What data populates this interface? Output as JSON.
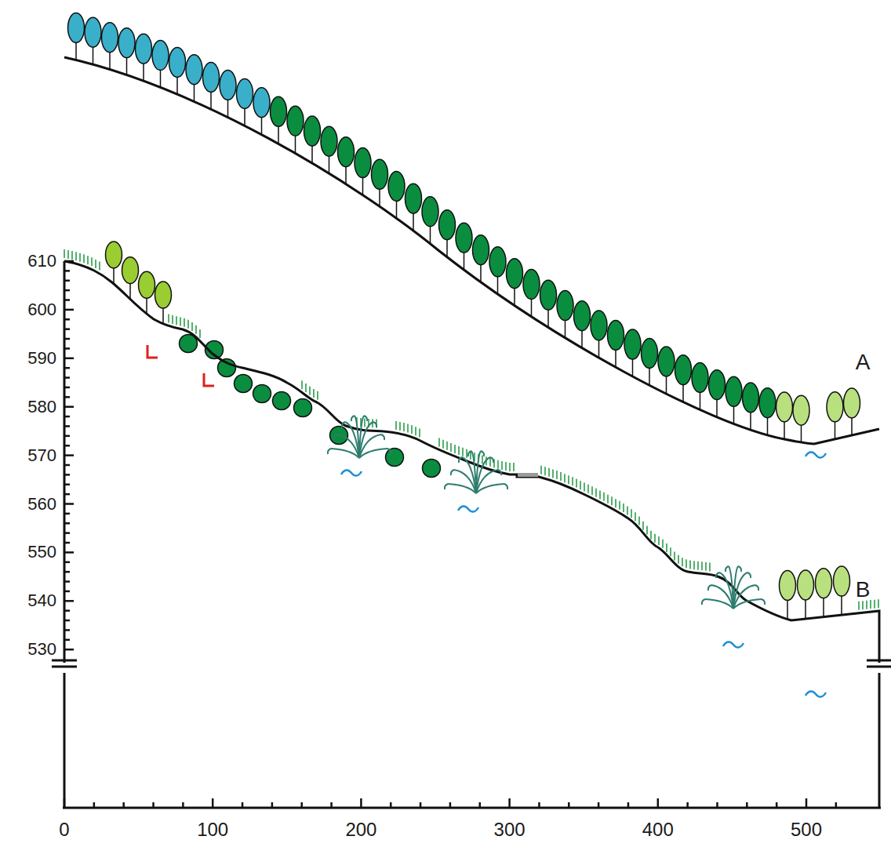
{
  "diagram": {
    "labels": [
      "610",
      "600",
      "590",
      "580",
      "570",
      "560",
      "550",
      "540",
      "530",
      "0",
      "100",
      "200",
      "300",
      "400",
      "500",
      "A",
      "B"
    ]
  }
}
